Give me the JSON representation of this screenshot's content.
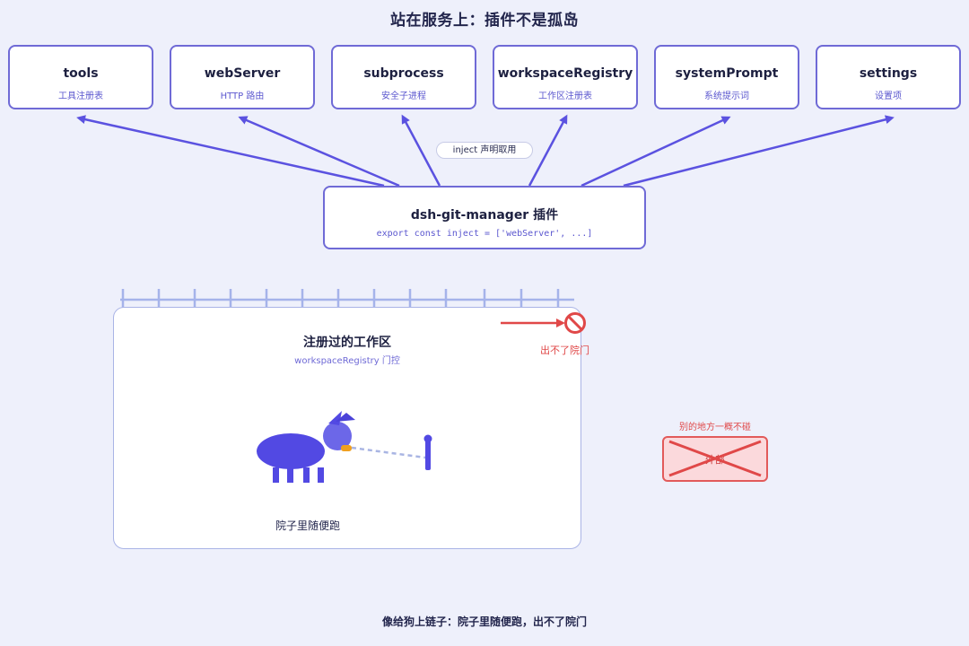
{
  "title": "站在服务上：插件不是孤岛",
  "services": [
    {
      "name": "tools",
      "sub": "工具注册表"
    },
    {
      "name": "webServer",
      "sub": "HTTP 路由"
    },
    {
      "name": "subprocess",
      "sub": "安全子进程"
    },
    {
      "name": "workspaceRegistry",
      "sub": "工作区注册表"
    },
    {
      "name": "systemPrompt",
      "sub": "系统提示词"
    },
    {
      "name": "settings",
      "sub": "设置项"
    }
  ],
  "inject_label": "inject 声明取用",
  "plugin": {
    "title": "dsh-git-manager 插件",
    "code": "export const inject = ['webServer', ...]"
  },
  "yard": {
    "title": "注册过的工作区",
    "subtitle": "workspaceRegistry 门控",
    "caption": "院子里随便跑"
  },
  "no_exit_label": "出不了院门",
  "elsewhere": {
    "label": "别的地方一概不碰",
    "blocked_text": "外部"
  },
  "footer": "像给狗上链子：院子里随便跑，出不了院门",
  "colors": {
    "accent": "#5b52e0",
    "danger": "#e04848",
    "background": "#eef0fb"
  }
}
